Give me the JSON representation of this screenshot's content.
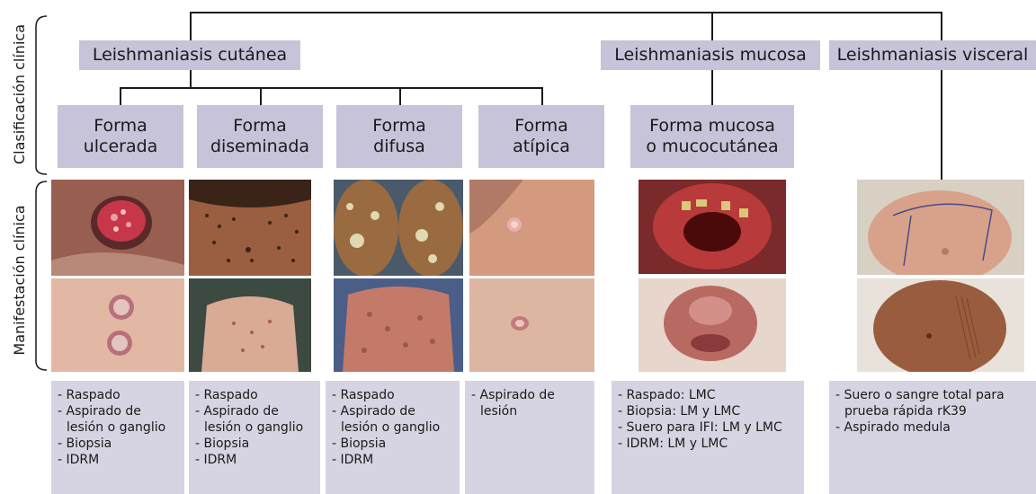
{
  "sidebar": {
    "clasificacion": "Clasificación clínica",
    "manifestacion": "Manifestación clínica"
  },
  "categories": {
    "cutanea": "Leishmaniasis cutánea",
    "mucosa": "Leishmaniasis mucosa",
    "visceral": "Leishmaniasis visceral"
  },
  "forms": {
    "ulcerada": "Forma\nulcerada",
    "diseminada": "Forma\ndiseminada",
    "difusa": "Forma\ndifusa",
    "atipica": "Forma\natípica",
    "mucosa": "Forma mucosa\no mucocutánea"
  },
  "diagnostics": {
    "ulcerada": [
      "- Raspado",
      "- Aspirado de lesión o ganglio",
      "- Biopsia",
      "- IDRM"
    ],
    "diseminada": [
      "- Raspado",
      "- Aspirado de lesión o ganglio",
      "- Biopsia",
      "- IDRM"
    ],
    "difusa": [
      "- Raspado",
      "- Aspirado de lesión o ganglio",
      "- Biopsia",
      "- IDRM"
    ],
    "atipica": [
      "- Aspirado de lesión"
    ],
    "mucosa": [
      "- Raspado: LMC",
      "- Biopsia: LM y LMC",
      "- Suero para IFI: LM y LMC",
      "- IDRM: LM y LMC"
    ],
    "visceral": [
      "- Suero o sangre total para prueba rápida rK39",
      "- Aspirado medula"
    ]
  },
  "colors": {
    "box": "#c7c3d9",
    "info": "#d6d4e3",
    "line": "#1a1a1a"
  }
}
